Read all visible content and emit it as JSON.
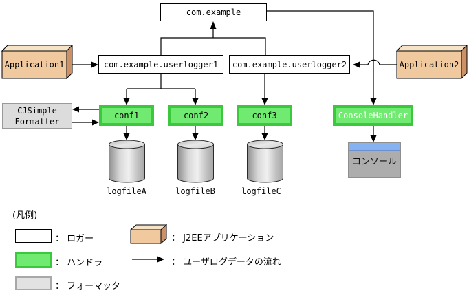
{
  "diagram": {
    "root_logger": "com.example",
    "userlogger1": "com.example.userlogger1",
    "userlogger2": "com.example.userlogger2",
    "application1": "Application1",
    "application2": "Application2",
    "formatter_line1": "CJSimple",
    "formatter_line2": "Formatter",
    "handler1": "conf1",
    "handler2": "conf2",
    "handler3": "conf3",
    "console_handler": "ConsoleHandler",
    "logfile_a": "logfileA",
    "logfile_b": "logfileB",
    "logfile_c": "logfileC",
    "console_label": "コンソール"
  },
  "legend": {
    "title": "(凡例)",
    "logger": "： ロガー",
    "handler": "： ハンドラ",
    "formatter": "： フォーマッタ",
    "j2ee_app": "： J2EEアプリケーション",
    "flow": "： ユーザログデータの流れ"
  },
  "colors": {
    "logger_fill": "#FFFFFF",
    "handler_fill": "#71EA71",
    "handler_border": "#3CC83C",
    "formatter_fill": "#DCDCDC",
    "formatter_border": "#9A9A9A",
    "app_front": "#F1C99F",
    "app_top": "#F6E3C5",
    "app_side": "#CC9166",
    "console_screen": "#85B3F2",
    "console_body": "#ADADAD",
    "line_color": "#000000"
  }
}
